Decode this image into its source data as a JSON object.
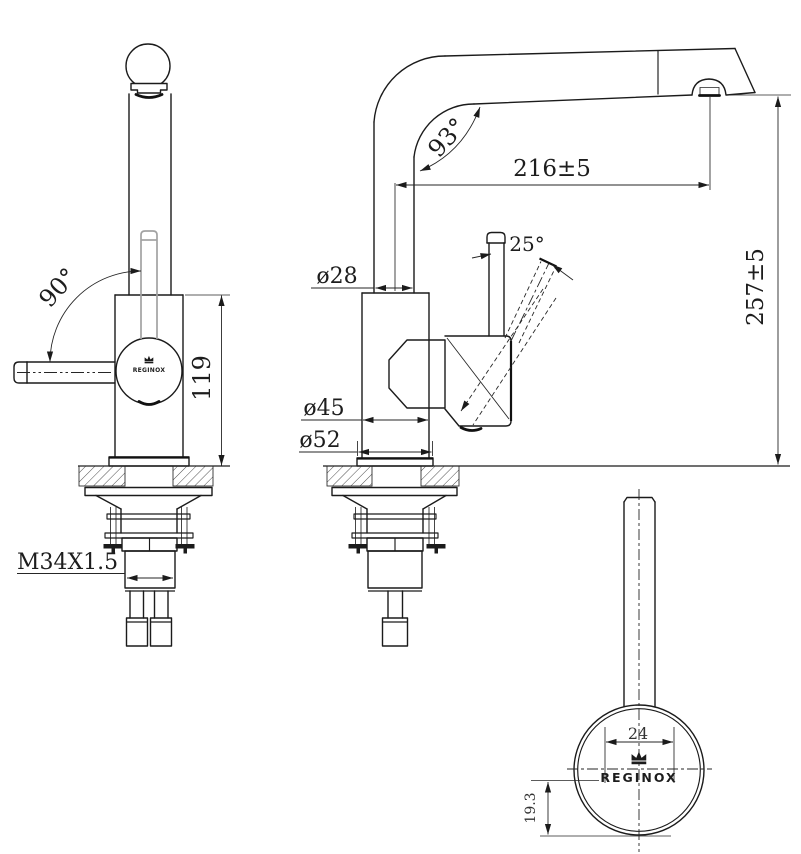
{
  "drawing": {
    "background": "#ffffff",
    "line_color": "#1b1b1b",
    "phantom_color": "#a2a2a2",
    "brand": "REGINOX",
    "side_view": {
      "lever_swing_angle": "90°",
      "body_height": "119",
      "mounting_thread": "M34X1.5",
      "logo": "REGINOX"
    },
    "front_view": {
      "spout_bend_angle": "93°",
      "spout_reach": "216±5",
      "spout_height": "257±5",
      "lever_tilt_angle": "25°",
      "spout_tube_diameter": "ø28",
      "body_diameter": "ø45",
      "base_diameter": "ø52"
    },
    "top_view": {
      "lever_width": "24",
      "lever_offset": "19.3",
      "logo": "REGINOX"
    }
  }
}
